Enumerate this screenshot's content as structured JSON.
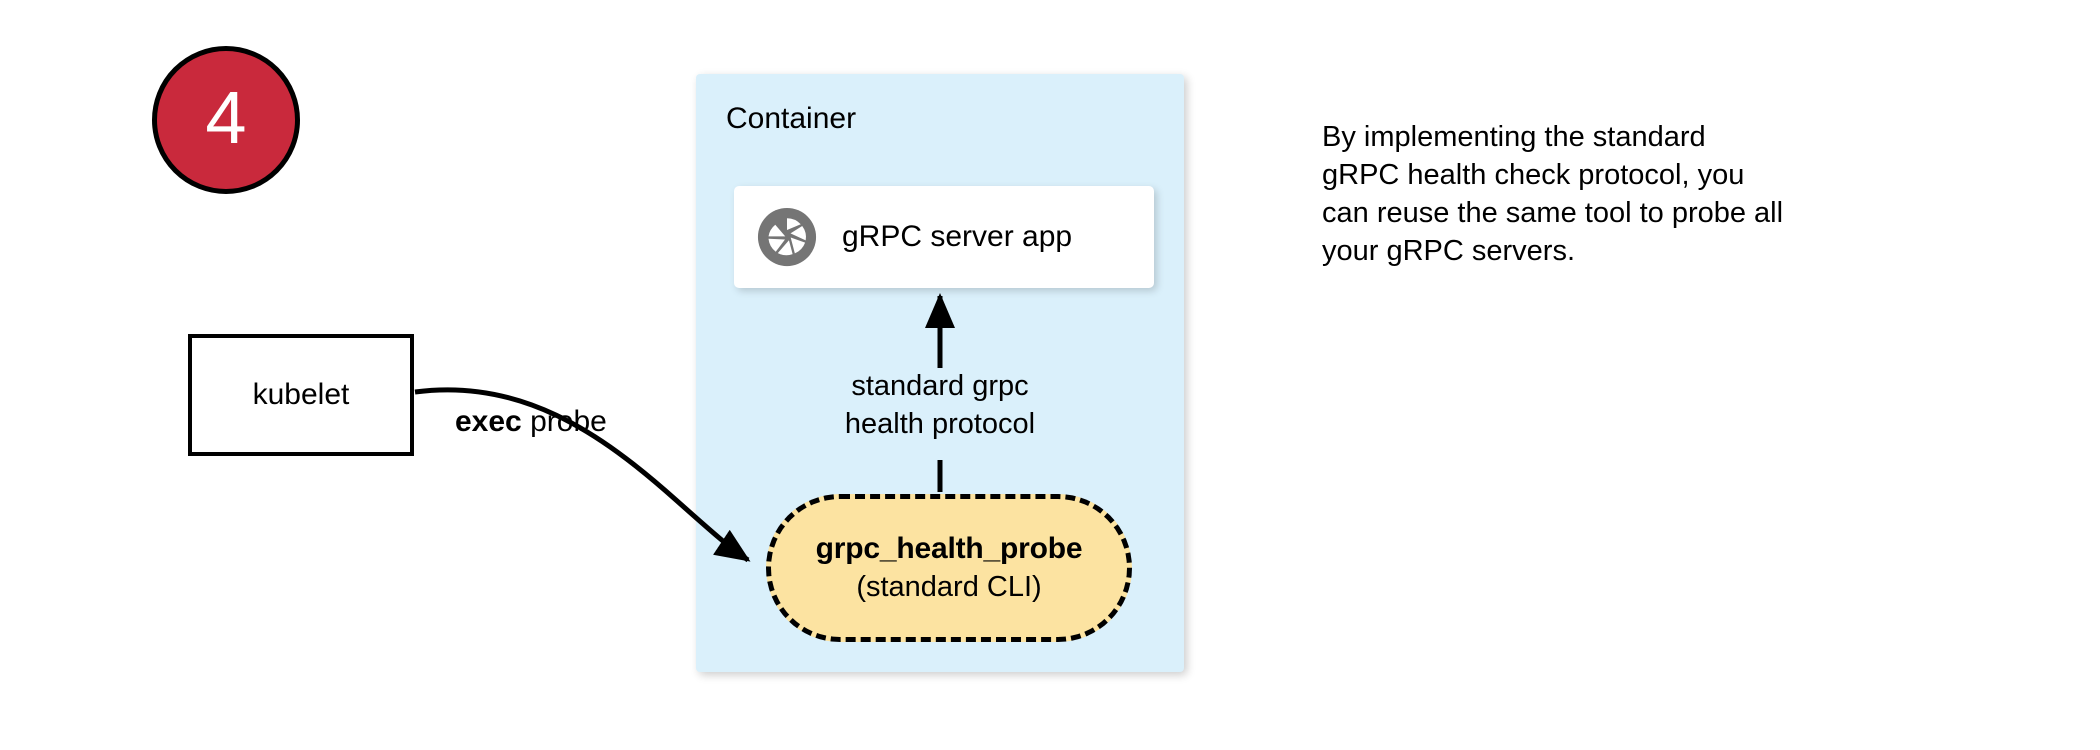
{
  "step": {
    "number": "4",
    "circle_fill": "#C9293C",
    "circle_stroke": "#000000",
    "number_color": "#ffffff"
  },
  "container": {
    "title": "Container",
    "fill": "#DAF0FB"
  },
  "server_card": {
    "label": "gRPC server app",
    "icon": "grpc-aperture-logo",
    "icon_color": "#757575",
    "fill": "#ffffff"
  },
  "kubelet": {
    "label": "kubelet",
    "fill": "#ffffff",
    "stroke": "#000000"
  },
  "edges": {
    "exec_probe": {
      "label_bold": "exec",
      "label_rest": " probe"
    },
    "health_protocol": {
      "line1": "standard grpc",
      "line2": "health protocol"
    }
  },
  "probe": {
    "title": "grpc_health_probe",
    "subtitle": "(standard CLI)",
    "fill": "#FCE3A1",
    "stroke": "#000000",
    "border_style": "dashed"
  },
  "annotation": {
    "line1": "By implementing the standard",
    "line2": "gRPC health check protocol, you",
    "line3": "can reuse the same tool to probe all",
    "line4": "your gRPC servers."
  }
}
